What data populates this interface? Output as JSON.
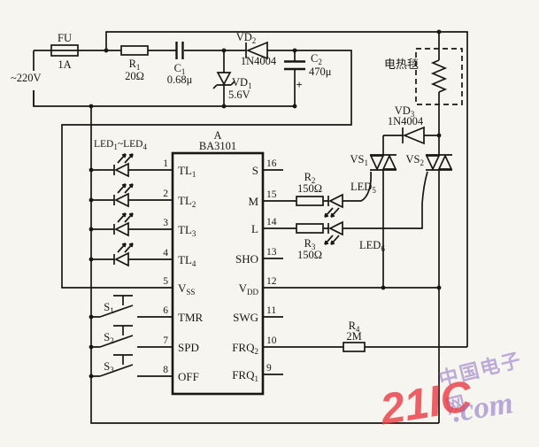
{
  "circuit": {
    "source_label": "~220V",
    "fuse": {
      "name": "FU",
      "value": "1A"
    },
    "r1": {
      "name": "R",
      "sub": "1",
      "value": "20Ω"
    },
    "c1": {
      "name": "C",
      "sub": "1",
      "value": "0.68μ"
    },
    "vd1": {
      "name": "VD",
      "sub": "1",
      "value": "5.6V"
    },
    "vd2": {
      "name": "VD",
      "sub": "2",
      "value": "1N4004"
    },
    "c2": {
      "name": "C",
      "sub": "2",
      "value": "470μ",
      "polarity": "+"
    },
    "vd3": {
      "name": "VD",
      "sub": "3",
      "value": "1N4004"
    },
    "r2": {
      "name": "R",
      "sub": "2",
      "value": "150Ω"
    },
    "r3": {
      "name": "R",
      "sub": "3",
      "value": "150Ω"
    },
    "r4": {
      "name": "R",
      "sub": "4",
      "value": "2M"
    },
    "vs1": {
      "name": "VS",
      "sub": "1"
    },
    "vs2": {
      "name": "VS",
      "sub": "2"
    },
    "led5": {
      "name": "LED",
      "sub": "5"
    },
    "led6": {
      "name": "LED",
      "sub": "6"
    },
    "led_group": {
      "p1": "LED",
      "s1": "1",
      "p2": "~LED",
      "s2": "4"
    },
    "s1": {
      "name": "S",
      "sub": "1"
    },
    "s2": {
      "name": "S",
      "sub": "2"
    },
    "s3": {
      "name": "S",
      "sub": "3"
    },
    "blanket_label": "电热毯",
    "ic": {
      "ref": "A",
      "part": "BA3101",
      "left_pins": [
        {
          "num": "1",
          "name": "TL",
          "sub": "1"
        },
        {
          "num": "2",
          "name": "TL",
          "sub": "2"
        },
        {
          "num": "3",
          "name": "TL",
          "sub": "3"
        },
        {
          "num": "4",
          "name": "TL",
          "sub": "4"
        },
        {
          "num": "5",
          "name": "V",
          "sub": "SS"
        },
        {
          "num": "6",
          "name": "TMR",
          "sub": ""
        },
        {
          "num": "7",
          "name": "SPD",
          "sub": ""
        },
        {
          "num": "8",
          "name": "OFF",
          "sub": ""
        }
      ],
      "right_pins": [
        {
          "num": "16",
          "name": "S",
          "sub": ""
        },
        {
          "num": "15",
          "name": "M",
          "sub": ""
        },
        {
          "num": "14",
          "name": "L",
          "sub": ""
        },
        {
          "num": "13",
          "name": "SHO",
          "sub": ""
        },
        {
          "num": "12",
          "name": "V",
          "sub": "DD"
        },
        {
          "num": "11",
          "name": "SWG",
          "sub": ""
        },
        {
          "num": "10",
          "name": "FRQ",
          "sub": "2"
        },
        {
          "num": "9",
          "name": "FRQ",
          "sub": "1"
        }
      ]
    }
  },
  "watermark": {
    "site_cn": "中国电子网",
    "site_name": "21IC",
    "site_suffix": ".com"
  }
}
